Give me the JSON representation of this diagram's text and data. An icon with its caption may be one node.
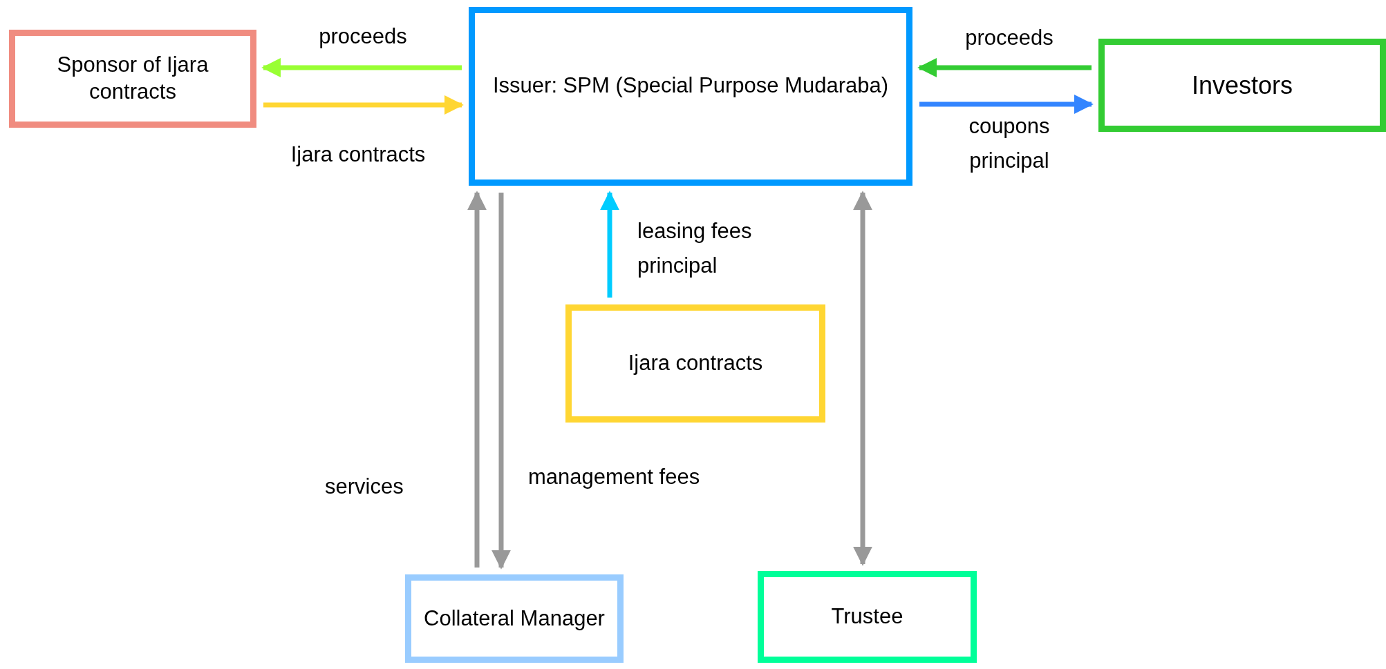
{
  "diagram": {
    "nodes": [
      {
        "text": [
          "Sponsor of Ijara contracts"
        ]
      },
      {
        "text": [
          "Issuer: SPM (Special Purpose Mudaraba)"
        ]
      },
      {
        "text": [
          "Investors"
        ]
      },
      {
        "text": [
          "Ijara contracts"
        ]
      },
      {
        "text": [
          "Collateral Manager"
        ]
      },
      {
        "text": [
          "Trustee"
        ]
      }
    ],
    "edges": [
      {
        "from": 1,
        "to": 0,
        "arrow": "to",
        "label": "proceeds",
        "color": "#99ff33"
      },
      {
        "from": 0,
        "to": 1,
        "arrow": "to",
        "label": "Ijara contracts",
        "color": "#ffd633"
      },
      {
        "from": 2,
        "to": 1,
        "arrow": "to",
        "label": "proceeds",
        "color": "#33cc33"
      },
      {
        "from": 1,
        "to": 2,
        "arrow": "to",
        "label": "coupons principal",
        "color": "#3385ff"
      },
      {
        "from": 3,
        "to": 1,
        "arrow": "to",
        "label": "leasing fees principal",
        "color": "#00ccff"
      },
      {
        "from": 4,
        "to": 1,
        "arrow": "to",
        "label": "services"
      },
      {
        "from": 1,
        "to": 4,
        "arrow": "to",
        "label": "management fees"
      },
      {
        "from": 1,
        "to": 5,
        "arrow": "both"
      }
    ]
  }
}
